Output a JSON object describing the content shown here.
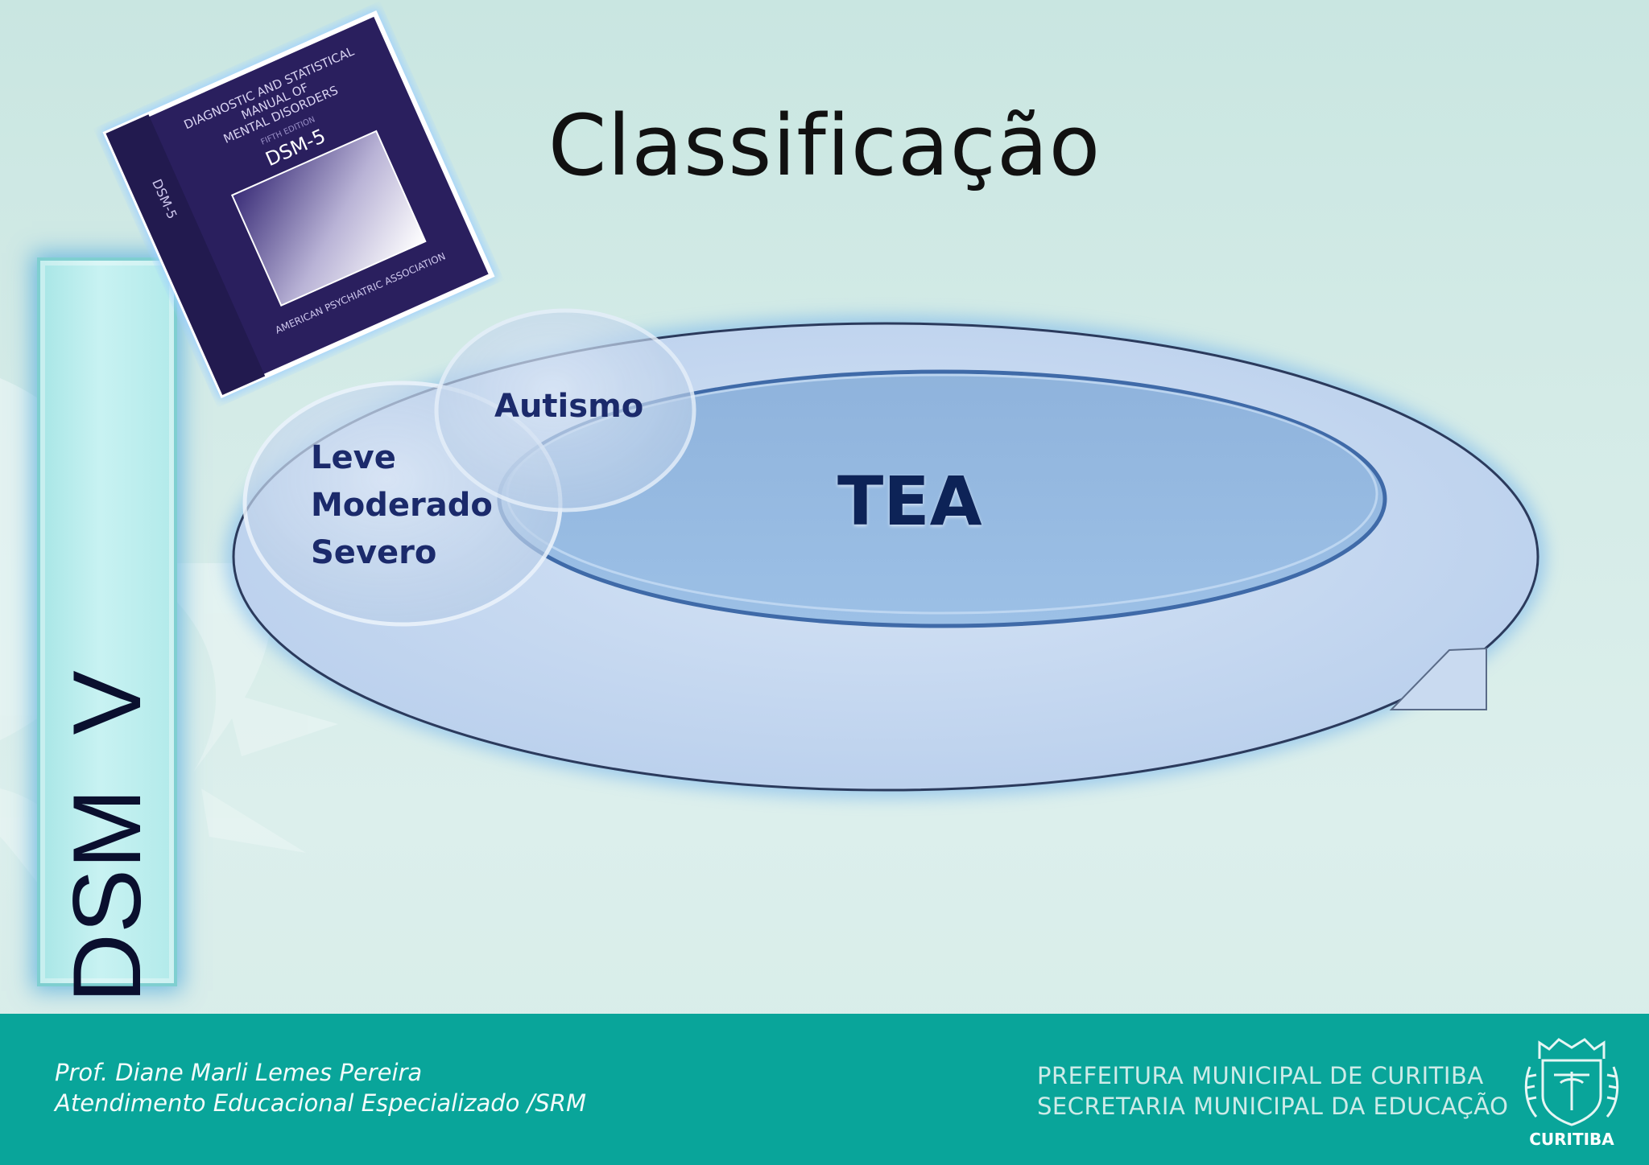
{
  "slide": {
    "title": "Classificação",
    "side_label": "DSM  V"
  },
  "book": {
    "lines": [
      "DIAGNOSTIC AND STATISTICAL",
      "MANUAL OF",
      "MENTAL DISORDERS"
    ],
    "edition": "FIFTH EDITION",
    "name": "DSM-5",
    "spine": "DSM-5",
    "publisher": "AMERICAN PSYCHIATRIC ASSOCIATION"
  },
  "diagram": {
    "outer_label": "TEA",
    "circle_top_label": "Autismo",
    "circle_left_labels": [
      "Leve",
      "Moderado",
      "Severo"
    ]
  },
  "footer": {
    "author": "Prof. Diane Marli Lemes Pereira",
    "department": "Atendimento Educacional Especializado /SRM",
    "org_line1": "PREFEITURA MUNICIPAL DE CURITIBA",
    "org_line2": "SECRETARIA MUNICIPAL DA EDUCAÇÃO",
    "logo_text": "CURITIBA"
  },
  "colors": {
    "footer_bg": "#09a59a",
    "dsm_box": "#b2eaea",
    "book_cover": "#2a1f5e",
    "ellipse_fill": "#c6d9f0",
    "inner_fill": "#92b8e0",
    "label_text": "#1b2a6b"
  }
}
